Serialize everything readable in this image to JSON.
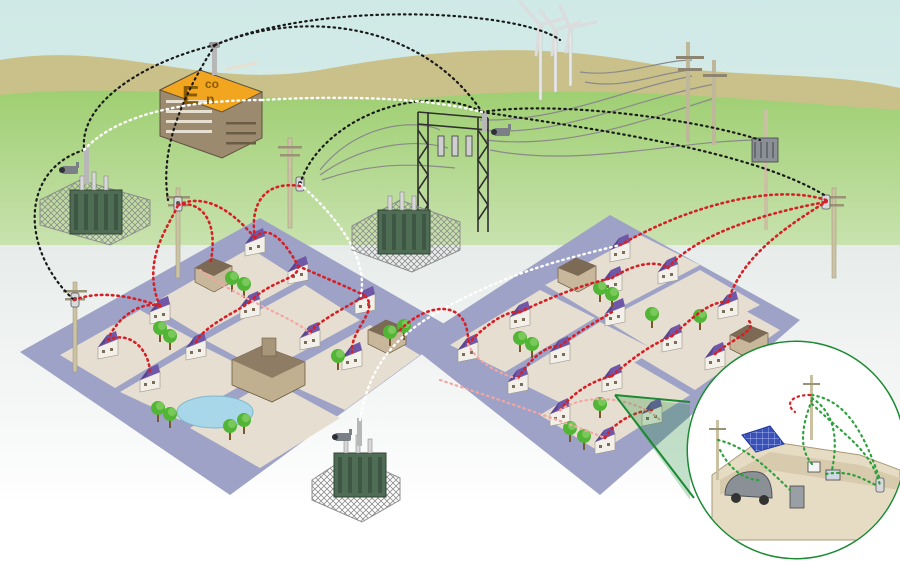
{
  "logo": {
    "text_e": "E",
    "text_co": "co",
    "text_n": "n"
  },
  "colors": {
    "sky_top": "#d9ece6",
    "hill": "#c9c08a",
    "grass": "#a8d27a",
    "ground": "#e9ebea",
    "block": "#9ea2c6",
    "lot": "#e6dfd1",
    "roof": "#6f58a8",
    "house": "#f1efe8",
    "tree": "#52b535",
    "tree_dark": "#2e8f24",
    "pole": "#c9c1a2",
    "transformer": "#4f6c55",
    "fence": "#9a9a9a",
    "link_black": "#1a1a1a",
    "link_white": "#ffffff",
    "link_red": "#d61f26",
    "link_pink": "#f4a6a2",
    "link_green": "#2ea13d",
    "circle": "#1b8a33",
    "building": "#8e7c64",
    "logo_bg": "#f2a51e",
    "pond": "#a8d7ea"
  }
}
